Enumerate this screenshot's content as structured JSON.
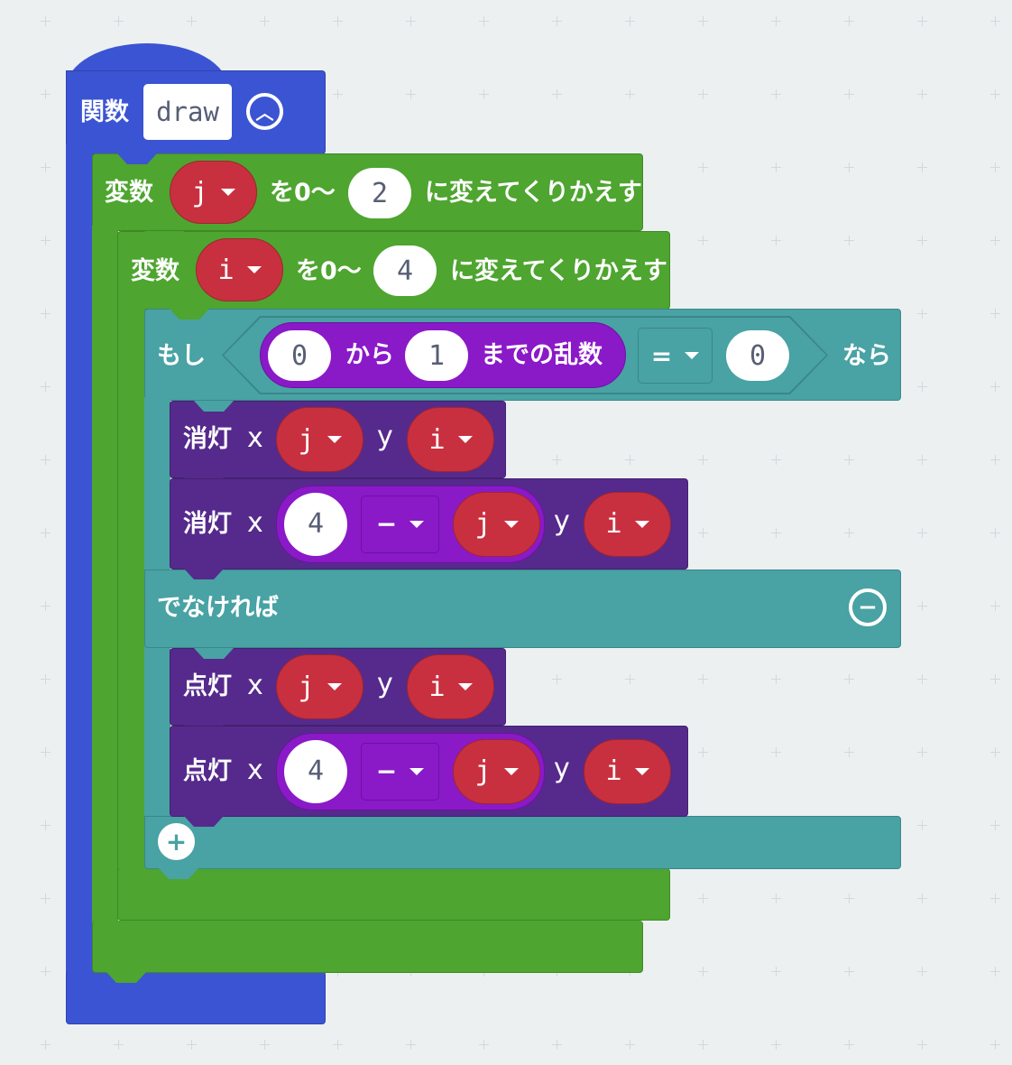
{
  "function": {
    "label": "関数",
    "name": "draw",
    "collapse_icon": "chevron-up-circle-icon"
  },
  "outer_loop": {
    "label": "変数",
    "var": "j",
    "from_label": "を0〜",
    "to": "2",
    "suffix": "に変えてくりかえす"
  },
  "inner_loop": {
    "label": "変数",
    "var": "i",
    "from_label": "を0〜",
    "to": "4",
    "suffix": "に変えてくりかえす"
  },
  "if_block": {
    "if_label": "もし",
    "random_from": "0",
    "from_label": "から",
    "random_to": "1",
    "random_suffix": "までの乱数",
    "compare_op": "=",
    "compare_value": "0",
    "then_label": "なら",
    "else_label": "でなければ",
    "remove_icon": "minus-circle-icon",
    "add_icon": "plus-circle-icon"
  },
  "statements": [
    {
      "label": "消灯",
      "x_label": "x",
      "x_var": "j",
      "y_label": "y",
      "y_var": "i"
    },
    {
      "label": "消灯",
      "x_label": "x",
      "x_num": "4",
      "op": "−",
      "x_var": "j",
      "y_label": "y",
      "y_var": "i"
    },
    {
      "label": "点灯",
      "x_label": "x",
      "x_var": "j",
      "y_label": "y",
      "y_var": "i"
    },
    {
      "label": "点灯",
      "x_label": "x",
      "x_num": "4",
      "op": "−",
      "x_var": "j",
      "y_label": "y",
      "y_var": "i"
    }
  ],
  "colors": {
    "function": "#3b54d3",
    "loop": "#4ea52f",
    "logic": "#49a2a4",
    "led": "#552a8c",
    "math": "#8a19c8",
    "variable": "#c9303f",
    "background": "#ecf0f1"
  }
}
